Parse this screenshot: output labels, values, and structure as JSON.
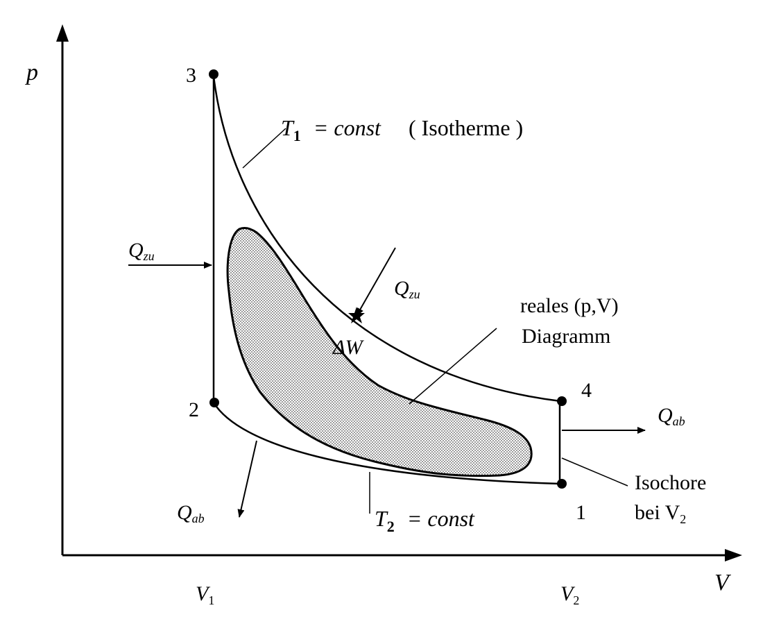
{
  "title": "Stirling cycle p-V diagram",
  "axes": {
    "y_label": "p",
    "x_label": "V",
    "v1_label": "V",
    "v1_sub": "1",
    "v2_label": "V",
    "v2_sub": "2"
  },
  "points": {
    "p1": "1",
    "p2": "2",
    "p3": "3",
    "p4": "4"
  },
  "labels": {
    "t1_T": "T",
    "t1_sub": "1",
    "t1_eq": "=  const",
    "t1_paren": "( Isotherme )",
    "t2_T": "T",
    "t2_sub": "2",
    "t2_eq": "=  const",
    "q_zu_left": "Q",
    "q_zu_left_sub": "zu",
    "q_zu_mid": "Q",
    "q_zu_mid_sub": "zu",
    "q_ab_right": "Q",
    "q_ab_right_sub": "ab",
    "q_ab_left": "Q",
    "q_ab_left_sub": "ab",
    "delta_w": "ΔW",
    "real_line1": "reales (p,V)",
    "real_line2": "Diagramm",
    "isochore_line1": "Isochore",
    "isochore_line2": "bei V",
    "isochore_sub": "2"
  },
  "colors": {
    "ink": "#000000",
    "shade": "#888888"
  }
}
